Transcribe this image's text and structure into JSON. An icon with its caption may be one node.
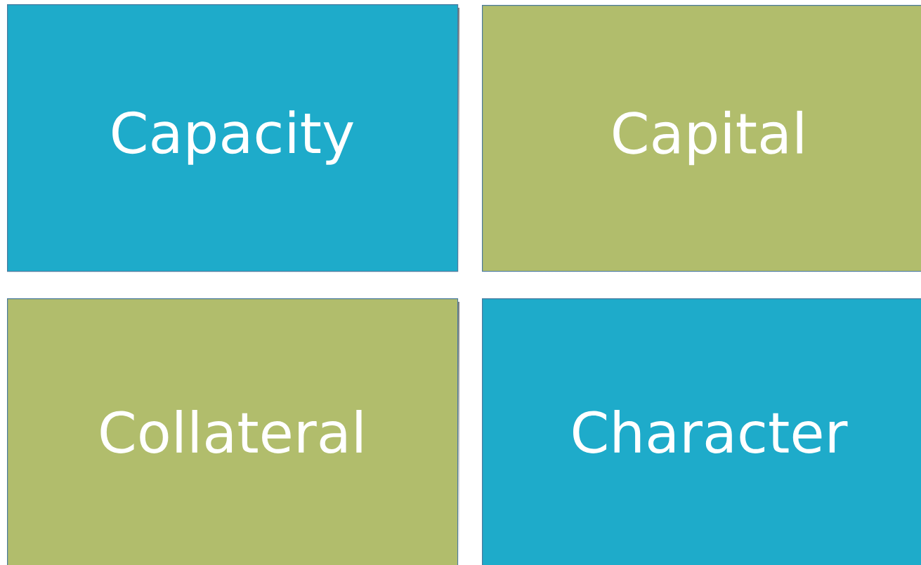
{
  "diagram": {
    "nodes": [
      {
        "text": [
          "Capacity"
        ]
      },
      {
        "text": [
          "Capital"
        ]
      },
      {
        "text": [
          "Collateral"
        ]
      },
      {
        "text": [
          "Character"
        ]
      }
    ]
  }
}
